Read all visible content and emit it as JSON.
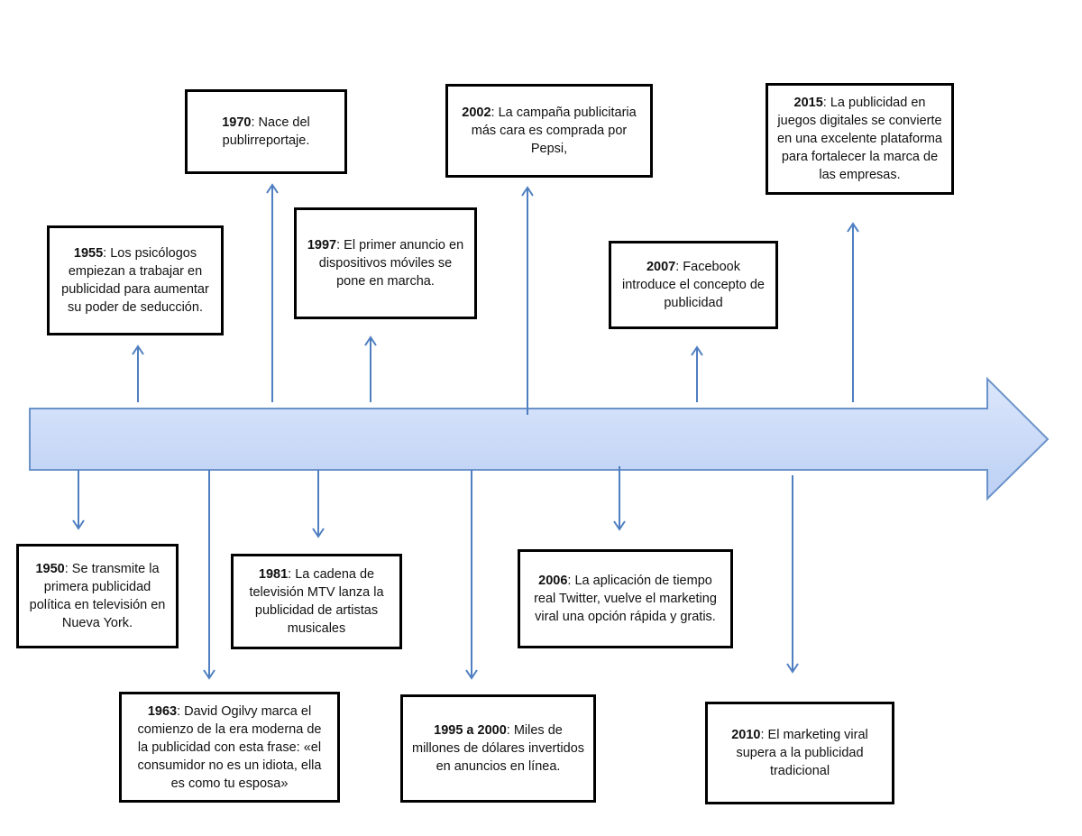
{
  "colors": {
    "arrow_fill_light": "#dbe6fb",
    "arrow_fill_dark": "#bcd0f4",
    "arrow_stroke": "#6b93c9",
    "connector": "#4f7fc1",
    "box_border": "#000000"
  },
  "events": [
    {
      "id": "1950",
      "year": "1950",
      "text": ": Se transmite la primera publicidad política en televisión en Nueva York.",
      "side": "below"
    },
    {
      "id": "1955",
      "year": "1955",
      "text": ": Los psicólogos empiezan a trabajar en publicidad para aumentar su poder de seducción.",
      "side": "above"
    },
    {
      "id": "1963",
      "year": "1963",
      "text": ": David Ogilvy marca el comienzo de la era moderna de la publicidad con esta frase: «el consumidor no es un idiota, ella es como tu esposa»",
      "side": "below"
    },
    {
      "id": "1970",
      "year": "1970",
      "text": ": Nace del publirreportaje.",
      "side": "above"
    },
    {
      "id": "1981",
      "year": "1981",
      "text": ": La cadena de televisión MTV lanza la publicidad de artistas musicales",
      "side": "below"
    },
    {
      "id": "1997",
      "year": "1997",
      "text": ": El primer anuncio en dispositivos móviles se pone en marcha.",
      "side": "above"
    },
    {
      "id": "1995-2000",
      "year": "1995 a 2000",
      "text": ": Miles de millones de dólares invertidos en anuncios en línea.",
      "side": "below"
    },
    {
      "id": "2002",
      "year": "2002",
      "text": ": La campaña publicitaria más cara es comprada por Pepsi,",
      "side": "above"
    },
    {
      "id": "2006",
      "year": "2006",
      "text": ": La aplicación de tiempo real Twitter, vuelve el marketing viral una opción rápida y gratis.",
      "side": "below"
    },
    {
      "id": "2007",
      "year": "2007",
      "text": ": Facebook introduce el concepto de publicidad",
      "side": "above"
    },
    {
      "id": "2010",
      "year": "2010",
      "text": ": El marketing viral supera a la publicidad tradicional",
      "side": "below"
    },
    {
      "id": "2015",
      "year": "2015",
      "text": ": La publicidad en juegos digitales se convierte en una excelente plataforma para fortalecer la marca de las empresas.",
      "side": "above"
    }
  ]
}
